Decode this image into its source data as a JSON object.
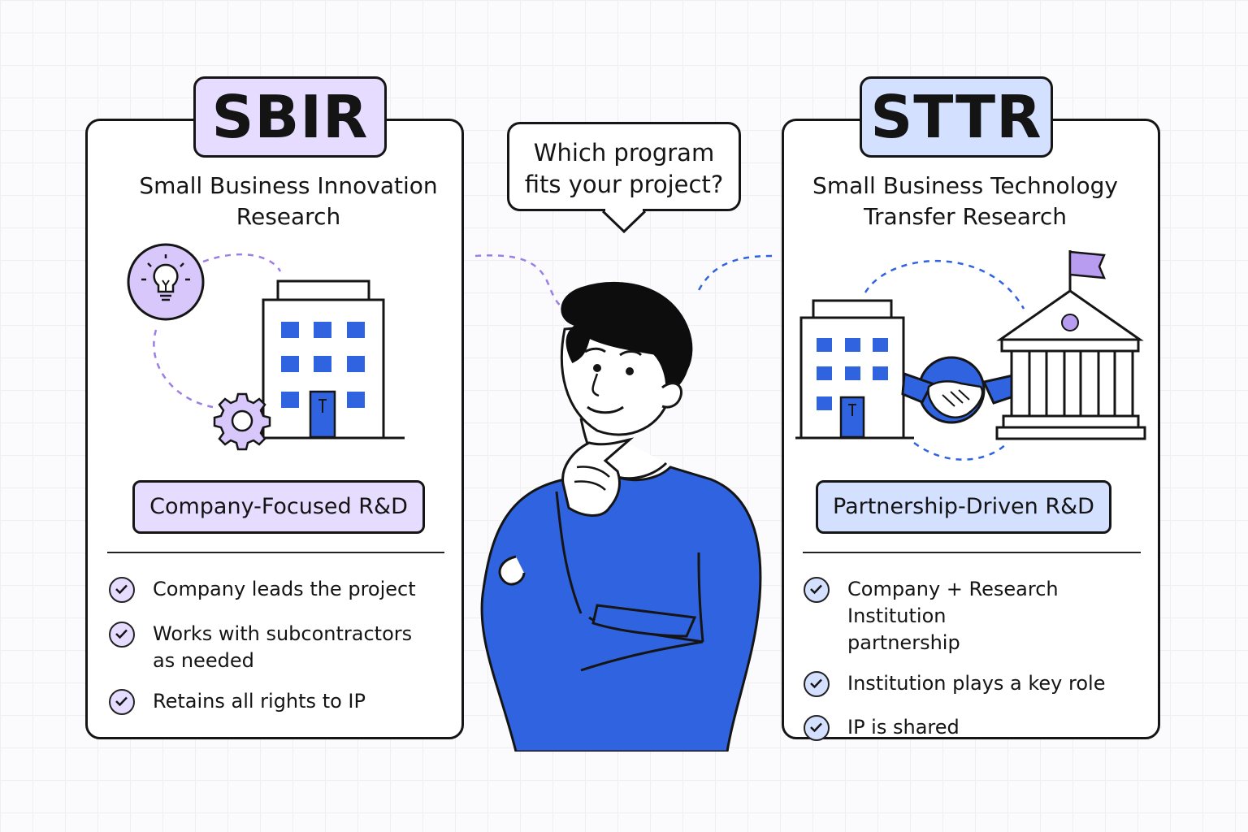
{
  "question": {
    "line1": "Which program",
    "line2": "fits your project?"
  },
  "sbir": {
    "acronym": "SBIR",
    "fullname_line1": "Small Business Innovation",
    "fullname_line2": "Research",
    "focus": "Company-Focused R&D",
    "points": [
      {
        "line1": "Company leads the project",
        "line2": ""
      },
      {
        "line1": "Works with subcontractors",
        "line2": "as needed"
      },
      {
        "line1": "Retains all rights to IP",
        "line2": ""
      }
    ],
    "accent": "#e6dcff",
    "icons": [
      "lightbulb-icon",
      "office-building-icon",
      "gear-icon"
    ]
  },
  "sttr": {
    "acronym": "STTR",
    "fullname_line1": "Small Business Technology",
    "fullname_line2": "Transfer Research",
    "focus": "Partnership-Driven R&D",
    "points": [
      {
        "line1": "Company + Research Institution",
        "line2": "partnership"
      },
      {
        "line1": "Institution plays a key role",
        "line2": ""
      },
      {
        "line1": "IP is shared",
        "line2": ""
      }
    ],
    "accent": "#d3e0ff",
    "icons": [
      "office-building-icon",
      "handshake-icon",
      "university-icon"
    ]
  },
  "colors": {
    "brand_blue": "#2f63e0",
    "purple": "#b79cf0",
    "outline": "#151515"
  }
}
